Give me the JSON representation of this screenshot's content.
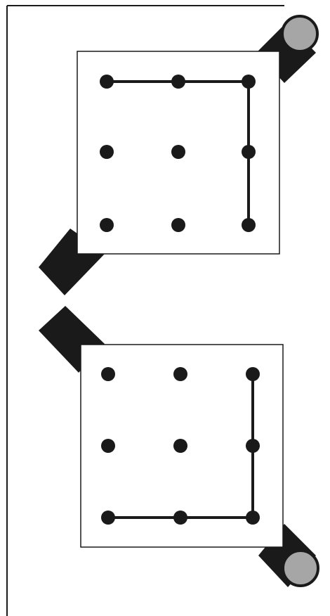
{
  "colors": {
    "background": "#ffffff",
    "ink": "#1a1a1a",
    "roller_fill": "#a6a6a6",
    "panel_fill": "#ffffff"
  },
  "panels": [
    {
      "id": "top",
      "dot_grid": [
        3,
        3
      ],
      "path_dots": [
        [
          0,
          0
        ],
        [
          1,
          0
        ],
        [
          2,
          0
        ],
        [
          2,
          1
        ],
        [
          2,
          2
        ]
      ],
      "roller_corner": "top-right",
      "wedge_corner": "bottom-left"
    },
    {
      "id": "bottom",
      "dot_grid": [
        3,
        3
      ],
      "path_dots": [
        [
          2,
          0
        ],
        [
          2,
          1
        ],
        [
          2,
          2
        ],
        [
          1,
          2
        ],
        [
          0,
          2
        ]
      ],
      "roller_corner": "bottom-right",
      "wedge_corner": "top-left"
    }
  ]
}
